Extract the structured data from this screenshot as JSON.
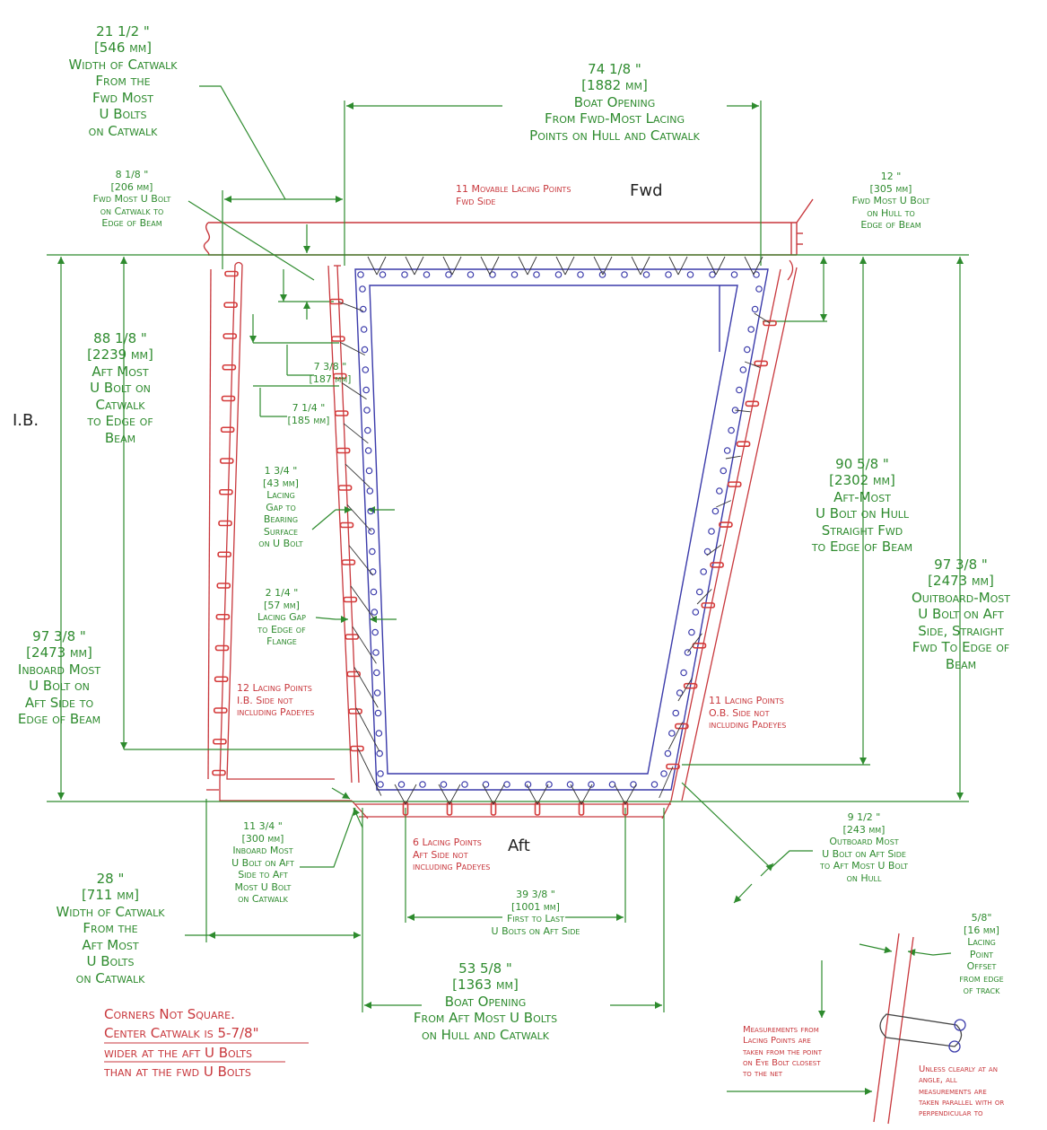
{
  "colors": {
    "dimension": "#2e8b2e",
    "catwalk": "#c8373c",
    "net": "#3a3aaa",
    "text_dim": "#2e8b2e",
    "text_note": "#c8373c"
  },
  "labels": {
    "fwd": "Fwd",
    "aft": "Aft",
    "ib": "I.B.",
    "catwalk_width_fwd": "21 1/2 \"\n[546 mm]\nWidth of Catwalk\nFrom the\nFwd Most\nU Bolts\non Catwalk",
    "boat_opening_fwd": "74 1/8 \"\n[1882 mm]\nBoat Opening\nFrom Fwd-Most Lacing\nPoints on Hull and Catwalk",
    "fwd_ubolt_catwalk": "8 1/8 \"\n[206 mm]\nFwd Most U Bolt\non Catwalk to\nEdge of Beam",
    "fwd_lacing_points": "11 Movable Lacing Points\nFwd Side",
    "fwd_ubolt_hull": "12 \"\n[305 mm]\nFwd Most U Bolt\non Hull to\nEdge of Beam",
    "aft_ubolt_catwalk": "88 1/8 \"\n[2239 mm]\nAft Most\nU Bolt on\nCatwalk\nto Edge of\nBeam",
    "spacing_a": "7 3/8 \"\n[187 mm]",
    "spacing_b": "7 1/4 \"\n[185 mm]",
    "lacing_gap_bearing": "1 3/4 \"\n[43 mm]\nLacing\nGap to\nBearing\nSurface\non U Bolt",
    "lacing_gap_flange": "2 1/4 \"\n[57 mm]\nLacing Gap\nto Edge of\nFlange",
    "aft_ubolt_hull": "90 5/8 \"\n[2302 mm]\nAft-Most\nU Bolt on Hull\nStraight Fwd\nto Edge of Beam",
    "outboard_most": "97 3/8 \"\n[2473 mm]\nOuitboard-Most\nU Bolt on Aft\nSide, Straight\nFwd To Edge of\nBeam",
    "inboard_most": "97 3/8 \"\n[2473 mm]\nInboard Most\nU Bolt on\nAft Side to\nEdge of Beam",
    "ib_lacing_points": "12 Lacing Points\nI.B. Side not\nincluding Padeyes",
    "ob_lacing_points": "11 Lacing Points\nO.B. Side not\nincluding Padeyes",
    "ib_aft_ubolt": "11 3/4 \"\n[300 mm]\nInboard Most\nU Bolt on Aft\nSide to Aft\nMost U Bolt\non Catwalk",
    "aft_lacing_points": "6 Lacing Points\nAft Side not\nincluding Padeyes",
    "ob_aft_ubolt": "9 1/2 \"\n[243 mm]\nOutboard Most\nU Bolt on Aft Side\nto Aft Most U Bolt\non Hull",
    "catwalk_width_aft": "28 \"\n[711 mm]\nWidth of Catwalk\nFrom the\nAft Most\nU Bolts\non Catwalk",
    "first_to_last": "39 3/8 \"\n[1001 mm]\nFirst to Last\nU Bolts on Aft Side",
    "boat_opening_aft": "53 5/8 \"\n[1363 mm]\nBoat Opening\nFrom Aft Most U Bolts\non Hull and Catwalk",
    "offset": "5/8\"\n[16 mm]\nLacing\nPoint\nOffset\nfrom edge\nof track",
    "measurements_note": "Measurements from\nLacing Points are\ntaken from the point\non Eye Bolt closest\nto the net",
    "angle_note": "Unless clearly at an\nangle, all\nmeasurements are\ntaken parallel with or\nperpendicular to",
    "corners_line1": "Corners Not Square.",
    "corners_line2": "Center Catwalk is  5-7/8\"",
    "corners_line3": "wider at the aft U Bolts",
    "corners_line4": "than at the fwd U Bolts"
  }
}
